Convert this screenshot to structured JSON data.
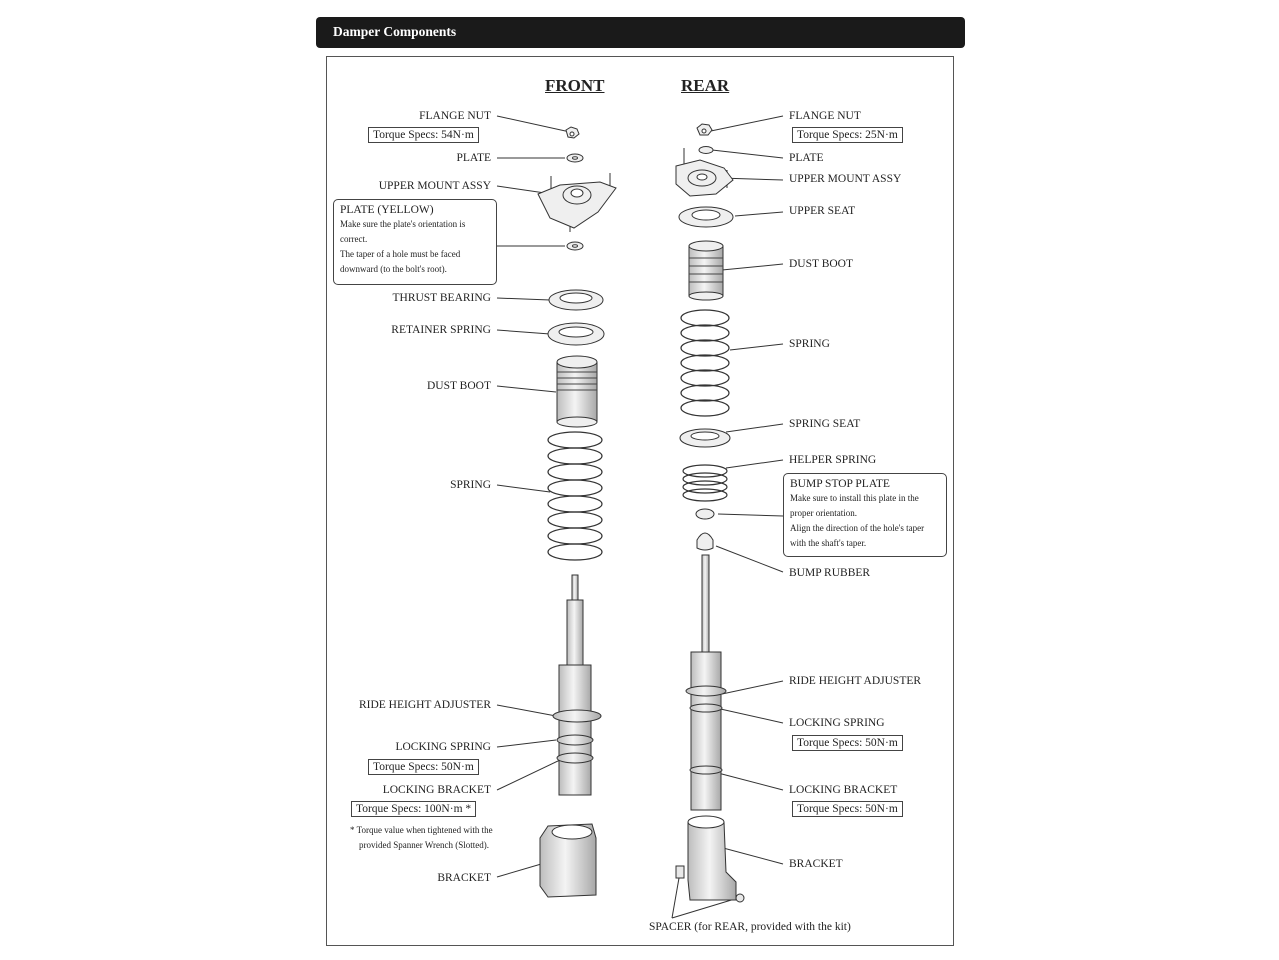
{
  "header": {
    "title": "Damper Components"
  },
  "columns": {
    "front": "FRONT",
    "rear": "REAR"
  },
  "front": {
    "flange_nut": "FLANGE NUT",
    "flange_nut_torque": "Torque Specs: 54N·m",
    "plate": "PLATE",
    "upper_mount": "UPPER MOUNT ASSY",
    "plate_yellow": {
      "title": "PLATE (YELLOW)",
      "line1": "Make sure the plate's orientation is",
      "line2": "correct.",
      "line3": "The taper of a hole must be faced",
      "line4": "downward (to the bolt's root)."
    },
    "thrust_bearing": "THRUST BEARING",
    "retainer_spring": "RETAINER SPRING",
    "dust_boot": "DUST BOOT",
    "spring": "SPRING",
    "ride_height": "RIDE HEIGHT ADJUSTER",
    "locking_spring": "LOCKING SPRING",
    "locking_spring_torque": "Torque Specs: 50N·m",
    "locking_bracket": "LOCKING BRACKET",
    "locking_bracket_torque": "Torque Specs: 100N·m *",
    "footnote1": "* Torque value when tightened with the",
    "footnote2": "provided Spanner Wrench (Slotted).",
    "bracket": "BRACKET"
  },
  "rear": {
    "flange_nut": "FLANGE NUT",
    "flange_nut_torque": "Torque Specs: 25N·m",
    "plate": "PLATE",
    "upper_mount": "UPPER MOUNT ASSY",
    "upper_seat": "UPPER SEAT",
    "dust_boot": "DUST BOOT",
    "spring": "SPRING",
    "spring_seat": "SPRING SEAT",
    "helper_spring": "HELPER SPRING",
    "bump_stop": {
      "title": "BUMP STOP PLATE",
      "line1": "Make sure to install this plate in the",
      "line2": "proper orientation.",
      "line3": "Align the direction of the hole's taper",
      "line4": "with the shaft's taper."
    },
    "bump_rubber": "BUMP RUBBER",
    "ride_height": "RIDE HEIGHT ADJUSTER",
    "locking_spring": "LOCKING SPRING",
    "locking_spring_torque": "Torque Specs: 50N·m",
    "locking_bracket": "LOCKING BRACKET",
    "locking_bracket_torque": "Torque Specs: 50N·m",
    "bracket": "BRACKET",
    "spacer": "SPACER (for REAR, provided with the kit)"
  },
  "colors": {
    "header_bg": "#1a1a1a",
    "line": "#333333",
    "part": "#e8e8e8"
  }
}
